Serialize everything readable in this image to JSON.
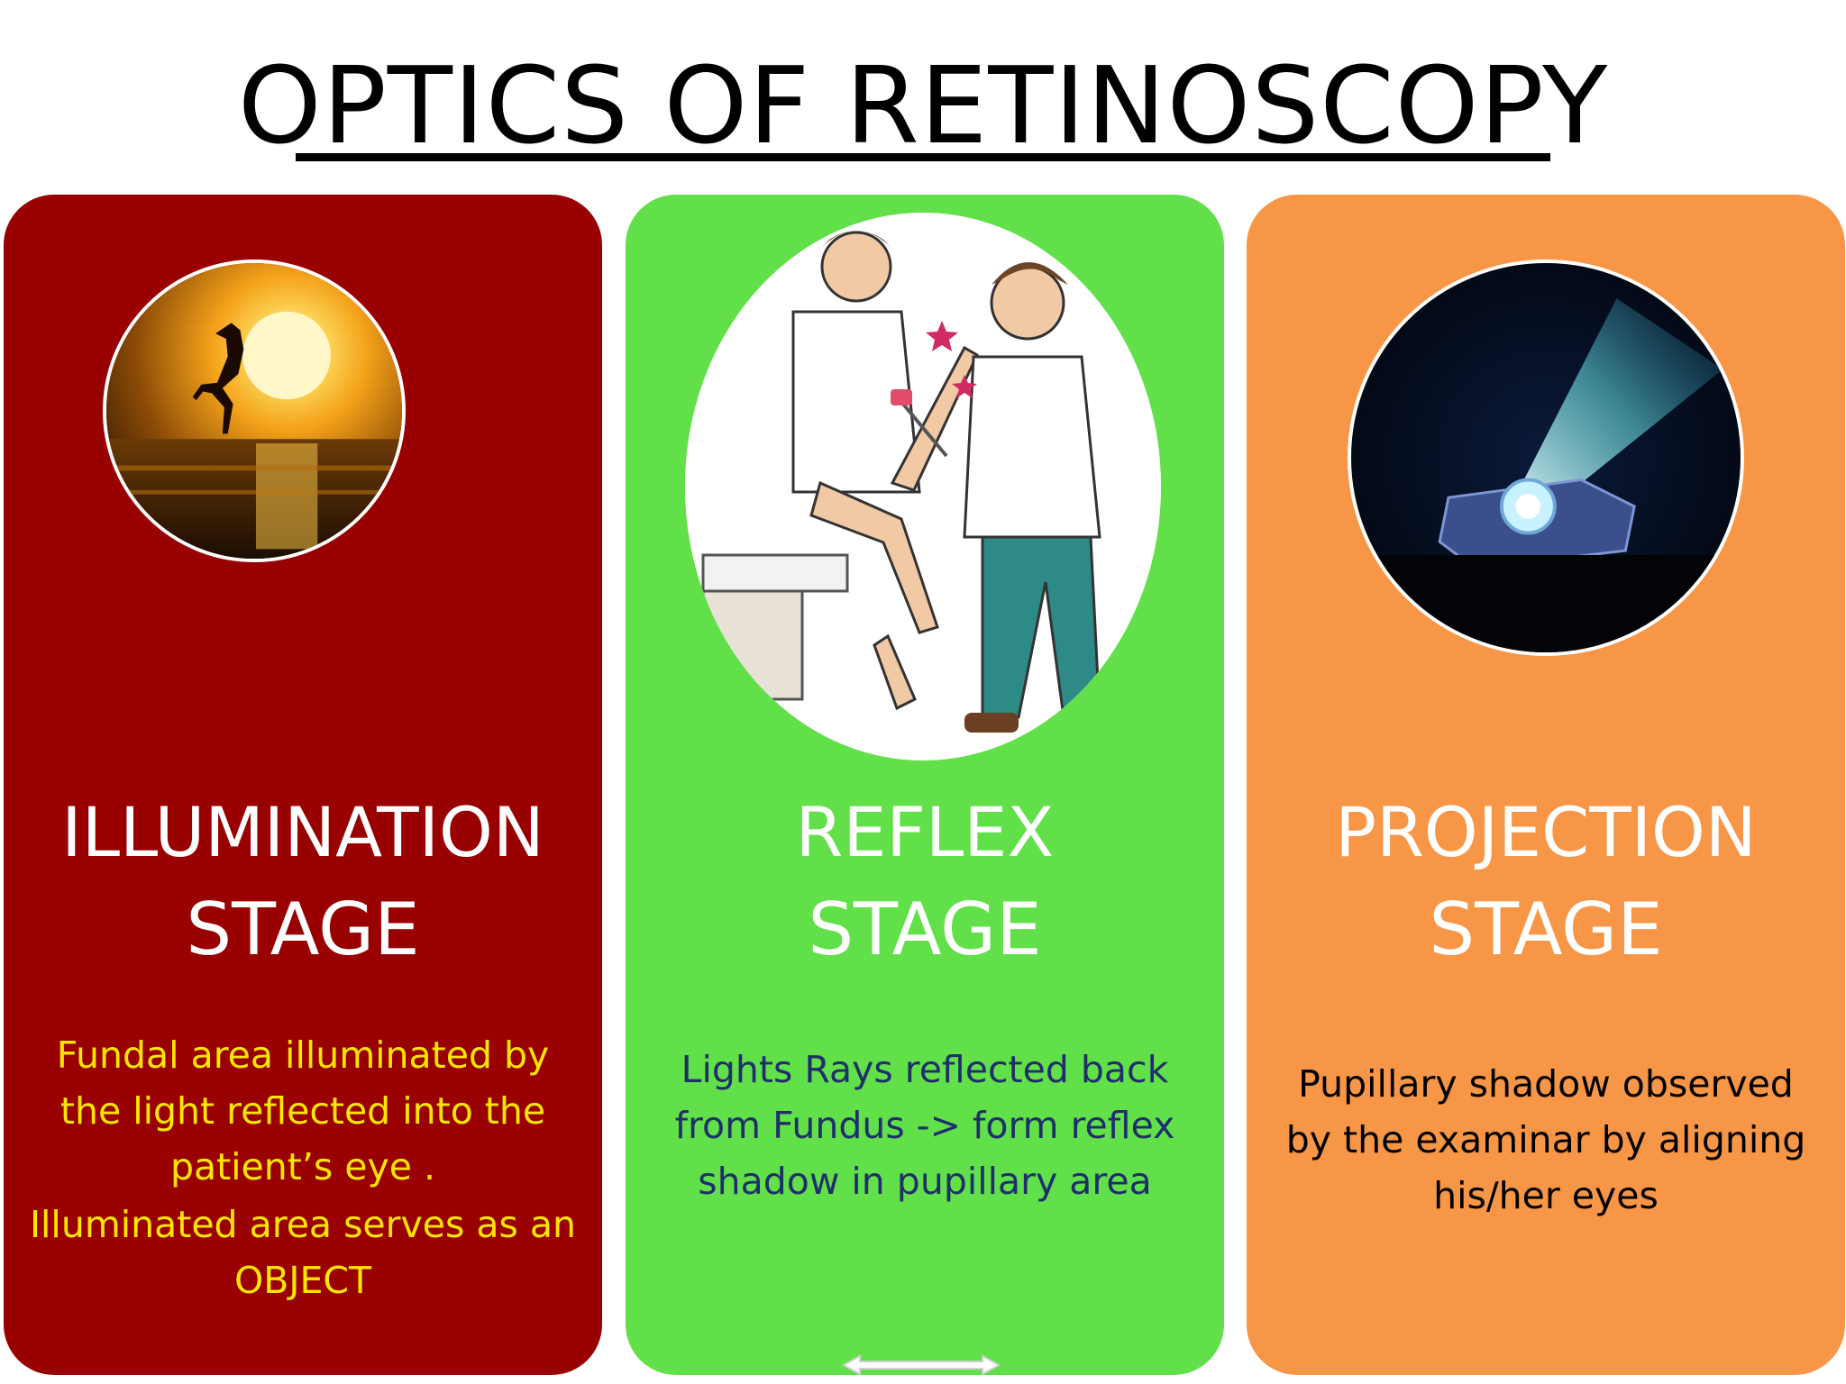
{
  "slide": {
    "title": "OPTICS OF RETINOSCOPY"
  },
  "cards": [
    {
      "color": "#990000",
      "title_line1": "ILLUMINATION",
      "title_line2": "STAGE",
      "desc_color": "#ffe600",
      "desc_lines": [
        "Fundal area illuminated by",
        "the light reflected into the",
        "patient’s eye ."
      ],
      "desc2_lines": [
        "Illuminated area serves as an",
        "OBJECT"
      ],
      "image": "sunset-runner-photo"
    },
    {
      "color": "#62e04a",
      "title_line1": "REFLEX",
      "title_line2": "STAGE",
      "desc_color": "#1f2f6b",
      "desc_lines": [
        "Lights Rays reflected back",
        "from Fundus  -> form reflex",
        "shadow in pupillary area"
      ],
      "image": "doctor-patient-cartoon"
    },
    {
      "color": "#f79646",
      "title_line1": "PROJECTION",
      "title_line2": "STAGE",
      "desc_color": "#000000",
      "desc_lines": [
        "Pupillary shadow observed",
        "by the examinar by aligning",
        "his/her eyes"
      ],
      "image": "projector-beam-photo"
    }
  ]
}
